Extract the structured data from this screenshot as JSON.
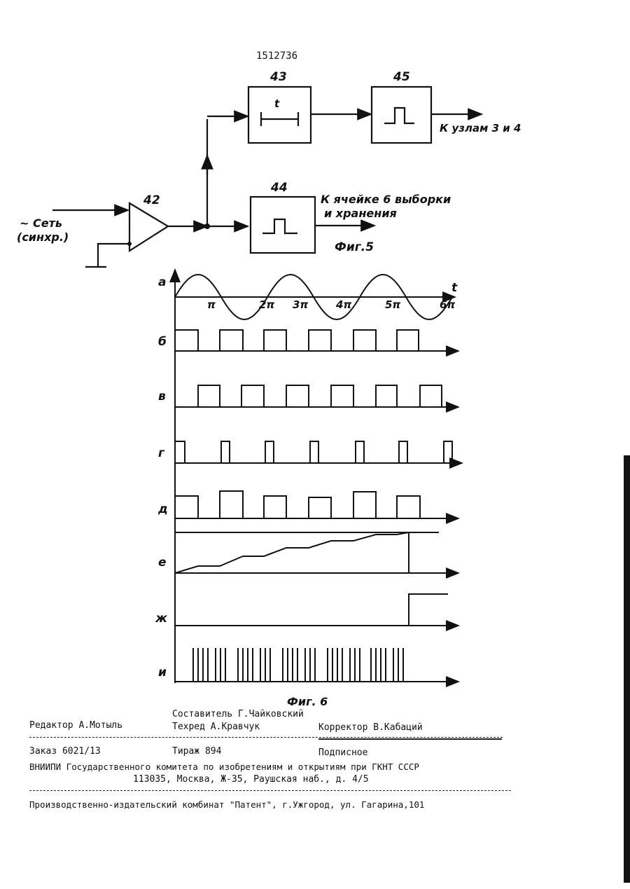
{
  "patent_number": "1512736",
  "fig5": {
    "caption": "Фиг.5",
    "block_42": "42",
    "block_43": "43",
    "block_43_symbol": "t",
    "block_44": "44",
    "block_45": "45",
    "input_label_line1": "~ Сеть",
    "input_label_line2": "(синхр.)",
    "out_44_line1": "К ячейке 6 выборки",
    "out_44_line2": "и хранения",
    "out_45": "К узлам 3 и 4"
  },
  "fig6": {
    "caption": "Фиг. 6",
    "t_label": "t",
    "pi_labels": [
      "π",
      "2π",
      "3π",
      "4π",
      "5π",
      "6π"
    ],
    "row_labels": [
      "а",
      "б",
      "в",
      "г",
      "д",
      "е",
      "ж",
      "и"
    ]
  },
  "footer": {
    "compiler": "Составитель Г.Чайковский",
    "editor": "Редактор А.Мотыль",
    "techred": "Техред А.Кравчук",
    "corrector": "Корректор В.Кабаций",
    "order": "Заказ 6021/13",
    "circulation": "Тираж 894",
    "subscription": "Подписное",
    "org_line": "ВНИИПИ Государственного комитета по изобретениям и открытиям при ГКНТ СССР",
    "address": "113035, Москва, Ж-35, Раушская наб., д. 4/5",
    "publisher": "Производственно-издательский комбинат \"Патент\", г.Ужгород, ул. Гагарина,101"
  }
}
